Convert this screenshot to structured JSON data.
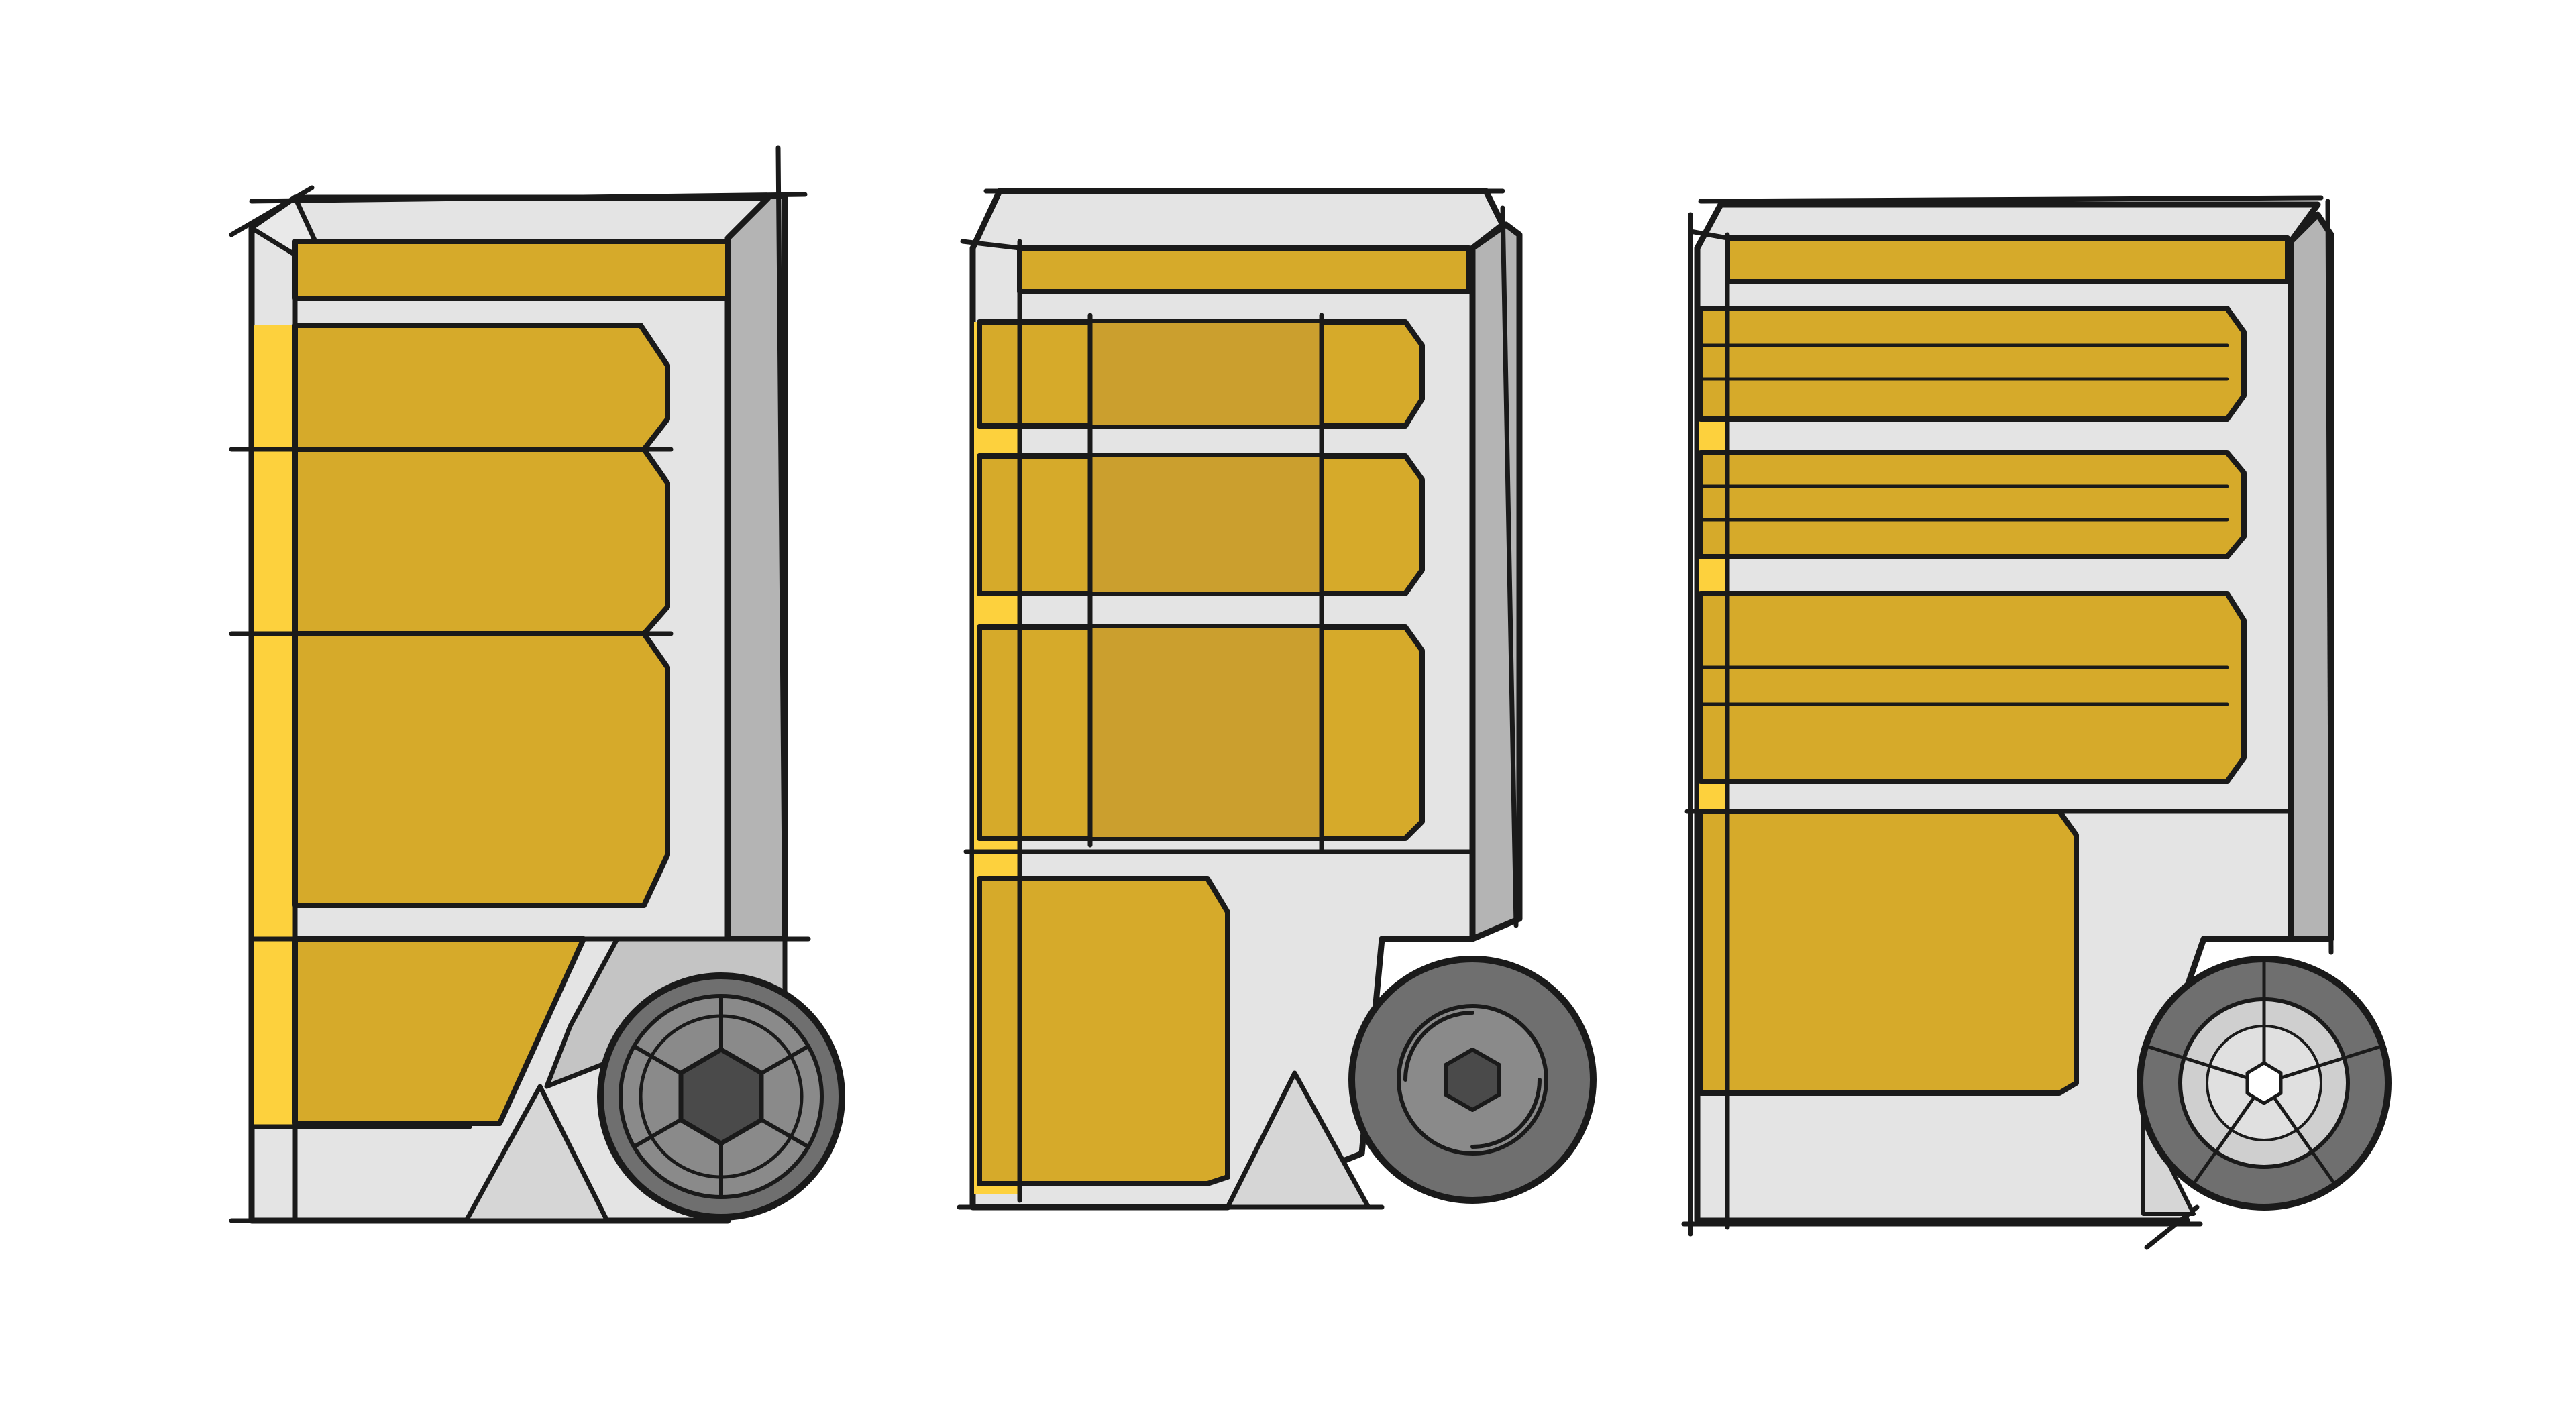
{
  "illustration": {
    "palette": {
      "background": "#ffffff",
      "body": "#e4e4e4",
      "side_panel": "#b4b4b4",
      "yellow": "#d6aa2a",
      "yellow_dark": "#cb9f2e",
      "yellow_edge": "#fdd13d",
      "ink": "#1a1a1a",
      "wheel_outer": "#6f6f6f",
      "wheel_ring": "#8a8a8a",
      "wheel_light": "#cfcfcf",
      "hub": "#4a4a4a",
      "wedge": "#d6d6d6"
    },
    "units": [
      {
        "name": "cart-sketch-1",
        "drawers": 4,
        "wheel_style": "hex-hub"
      },
      {
        "name": "cart-sketch-2",
        "drawers": 4,
        "wheel_style": "small-hex-hub"
      },
      {
        "name": "cart-sketch-3",
        "drawers": 5,
        "wheel_style": "light-segmented-hub"
      }
    ]
  }
}
